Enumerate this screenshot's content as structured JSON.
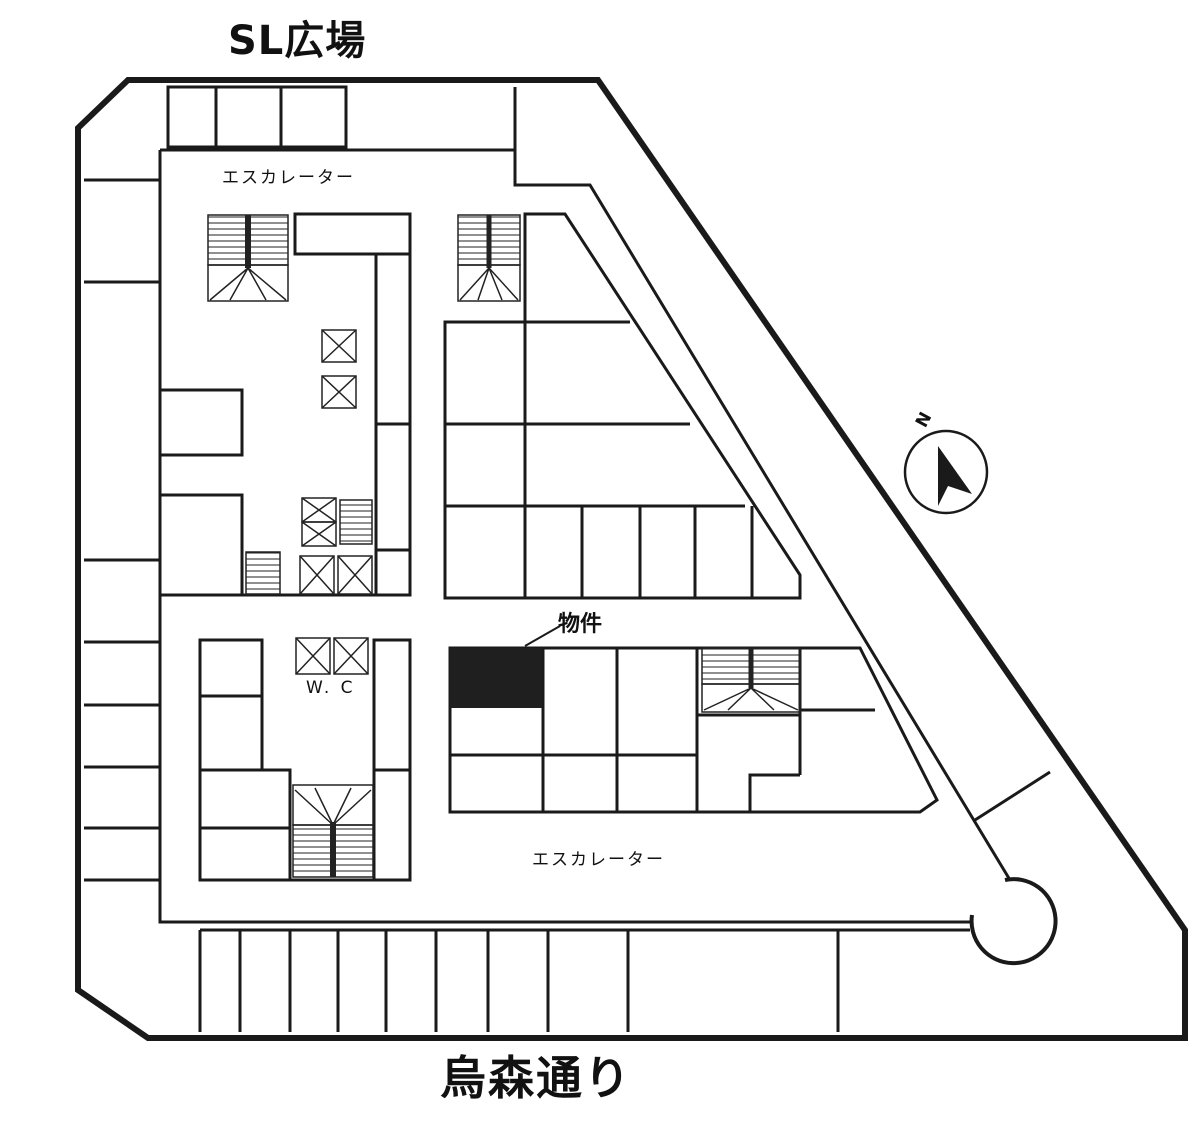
{
  "labels": {
    "street_top": "SL広場",
    "street_bottom": "烏森通り",
    "escalator_top": "エスカレーター",
    "escalator_bottom": "エスカレーター",
    "restroom": "W. C",
    "target_property": "物件",
    "north": "N"
  },
  "icons": {
    "compass": "north-arrow-icon",
    "elevator": "elevator-cross-icon",
    "stairs": "stairs-icon"
  },
  "colors": {
    "line": "#1a1a1a",
    "background": "#ffffff",
    "target_fill": "#1f1f1f"
  }
}
